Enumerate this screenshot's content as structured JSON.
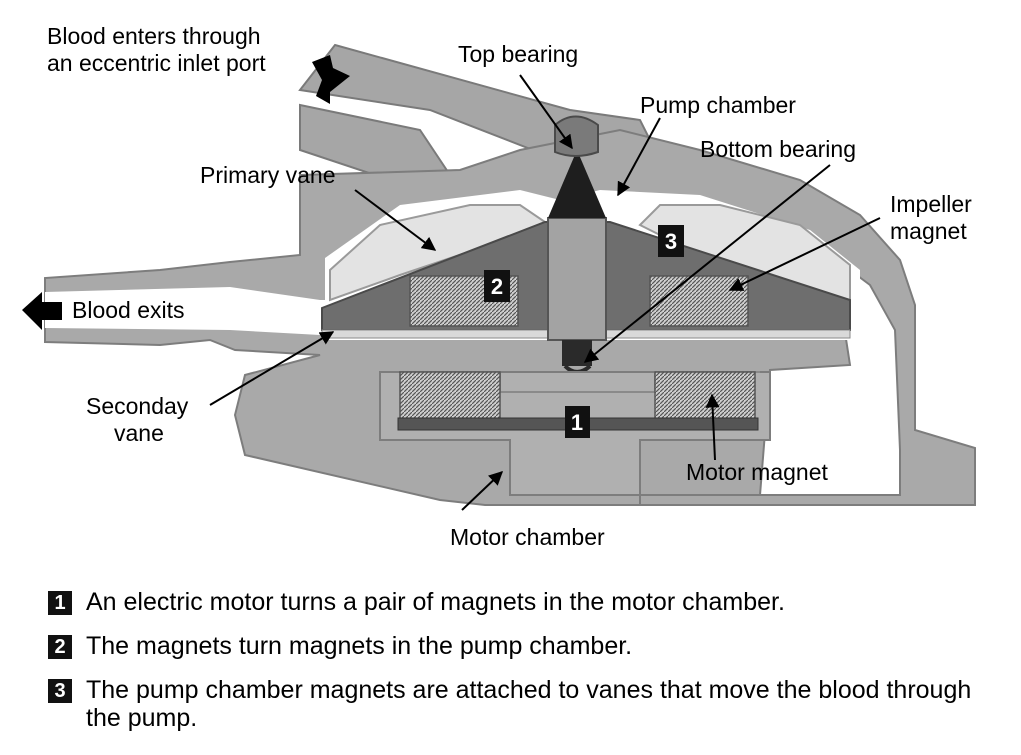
{
  "labels": {
    "inlet": [
      "Blood enters through",
      "an eccentric inlet port"
    ],
    "top_bearing": "Top bearing",
    "pump_chamber": "Pump chamber",
    "bottom_bearing": "Bottom bearing",
    "primary_vane": "Primary vane",
    "impeller_magnet": [
      "Impeller",
      "magnet"
    ],
    "blood_exits": "Blood exits",
    "secondary_vane": [
      "Seconday",
      "vane"
    ],
    "motor_magnet": "Motor magnet",
    "motor_chamber": "Motor chamber"
  },
  "badges": [
    "1",
    "2",
    "3"
  ],
  "legend": [
    {
      "number": "1",
      "text": "An electric motor turns a pair of magnets in the motor chamber."
    },
    {
      "number": "2",
      "text": "The magnets turn magnets in the pump chamber."
    },
    {
      "number": "3",
      "text": "The pump chamber magnets are attached to vanes that move the blood through the pump."
    }
  ]
}
